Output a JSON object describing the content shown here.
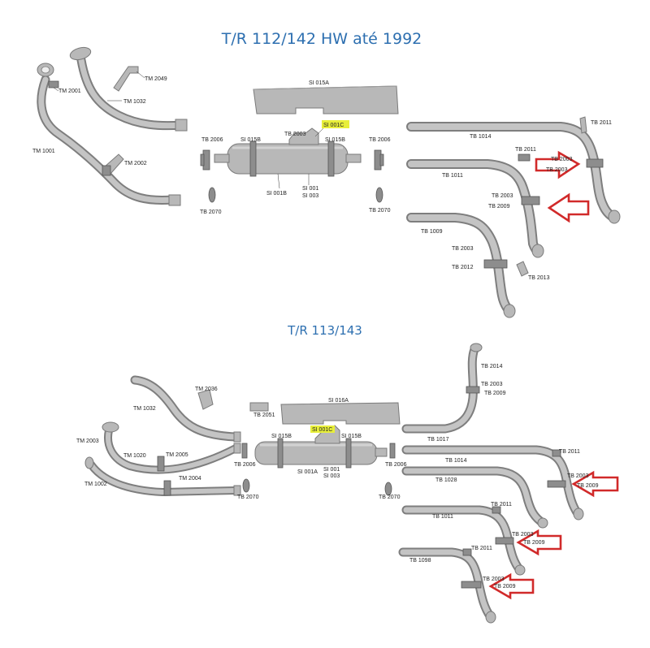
{
  "colors": {
    "title": "#2d6fb0",
    "arrow": "#d12a2a",
    "highlight": "#e8ef3a",
    "pipe": "#a8a8a8"
  },
  "titles": {
    "top": "T/R 112/142 HW até 1992",
    "bottom": "T/R 113/143"
  },
  "labels": {
    "tm2001": "TM 2001",
    "tm2049": "TM 2049",
    "tm1032a": "TM 1032",
    "tm1001": "TM 1001",
    "tm2002": "TM 2002",
    "si015a": "SI 015A",
    "tb2006a": "TB 2006",
    "si015ba": "SI 015B",
    "tb2003a": "TB 2003",
    "si001ca": "SI 001C",
    "si015bb": "SI 015B",
    "tb2006b": "TB 2006",
    "si001ba": "SI 001B",
    "si001a": "SI 001",
    "si003a": "SI 003",
    "tb2070a": "TB 2070",
    "tb2070b": "TB 2070",
    "tb2011a": "TB 2011",
    "tb1014a": "TB 1014",
    "tb2011b": "TB 2011",
    "tb2003b": "TB 2003",
    "tb2003c": "TB 2003",
    "tb1011a": "TB 1011",
    "tb2003d": "TB 2003",
    "tb2009a": "TB 2009",
    "tb1009": "TB 1009",
    "tb2003e": "TB 2003",
    "tb2012": "TB 2012",
    "tb2013": "TB 2013",
    "tm2036": "TM 2036",
    "tm1032b": "TM 1032",
    "tb2051": "TB 2051",
    "si016a": "SI 016A",
    "tm2003": "TM 2003",
    "tm1020": "TM 1020",
    "tm2005": "TM 2005",
    "si015bc": "SI 015B",
    "si001cb": "SI 001C",
    "si015bd": "SI 015B",
    "tb2006c": "TB 2006",
    "si001ab": "SI 001A",
    "si001b": "SI 001",
    "si003b": "SI 003",
    "tb2006d": "TB 2006",
    "tm2004": "TM 2004",
    "tm1002": "TM 1002",
    "tb2070c": "TB 2070",
    "tb2070d": "TB 2070",
    "tb2014": "TB 2014",
    "tb2003f": "TB 2003",
    "tb2009b": "TB 2009",
    "tb1017": "TB 1017",
    "tb1014b": "TB 1014",
    "tb2011c": "TB 2011",
    "tb1028": "TB 1028",
    "tb2003g": "TB 2003",
    "tb2009c": "TB 2009",
    "tb2011d": "TB 2011",
    "tb1011b": "TB 1011",
    "tb2003h": "TB 2003",
    "tb2009d": "TB 2009",
    "tb2011e": "TB 2011",
    "tb1098": "TB 1098",
    "tb2003i": "TB 2003",
    "tb2009e": "TB 2009"
  }
}
